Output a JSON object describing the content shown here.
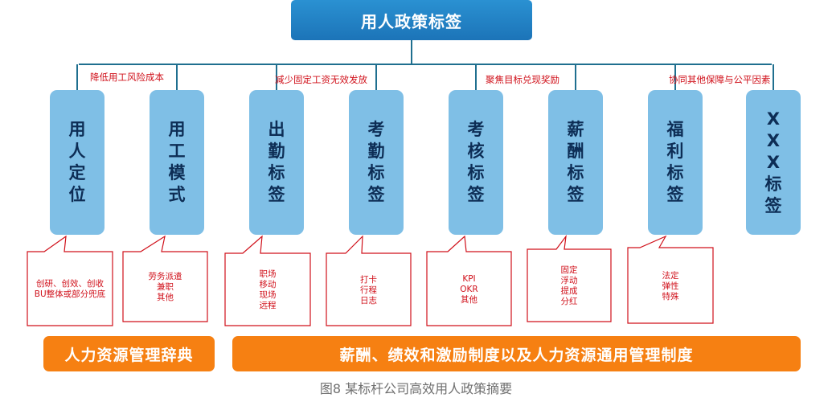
{
  "root": "用人政策标签",
  "groups": [
    {
      "label": "降低用工风险成本"
    },
    {
      "label": "减少固定工资无效发放"
    },
    {
      "label": "聚焦目标兑现奖励"
    },
    {
      "label": "协同其他保障与公平因素"
    }
  ],
  "tags": [
    {
      "title": "用人定位",
      "detail": "创研、创效、创收\nBU整体或部分兜底"
    },
    {
      "title": "用工模式",
      "detail": "劳务派遣\n兼职\n其他"
    },
    {
      "title": "出勤标签",
      "detail": "职场\n移动\n现场\n远程"
    },
    {
      "title": "考勤标签",
      "detail": "打卡\n行程\n日志"
    },
    {
      "title": "考核标签",
      "detail": "KPI\nOKR\n其他"
    },
    {
      "title": "薪酬标签",
      "detail": "固定\n浮动\n提成\n分红"
    },
    {
      "title": "福利标签",
      "detail": "法定\n弹性\n特殊"
    },
    {
      "title": "XXX标签",
      "detail": ""
    }
  ],
  "banners": {
    "left": "人力资源管理辞典",
    "right": "薪酬、绩效和激励制度以及人力资源通用管理制度"
  },
  "caption": "图8 某标杆公司高效用人政策摘要",
  "colors": {
    "root": "#1c74b8",
    "tag_fill": "#7fbfe6",
    "tag_text": "#0d2d55",
    "label_red": "#d0101a",
    "banner": "#f68012",
    "connector": "#1f6f8f"
  }
}
